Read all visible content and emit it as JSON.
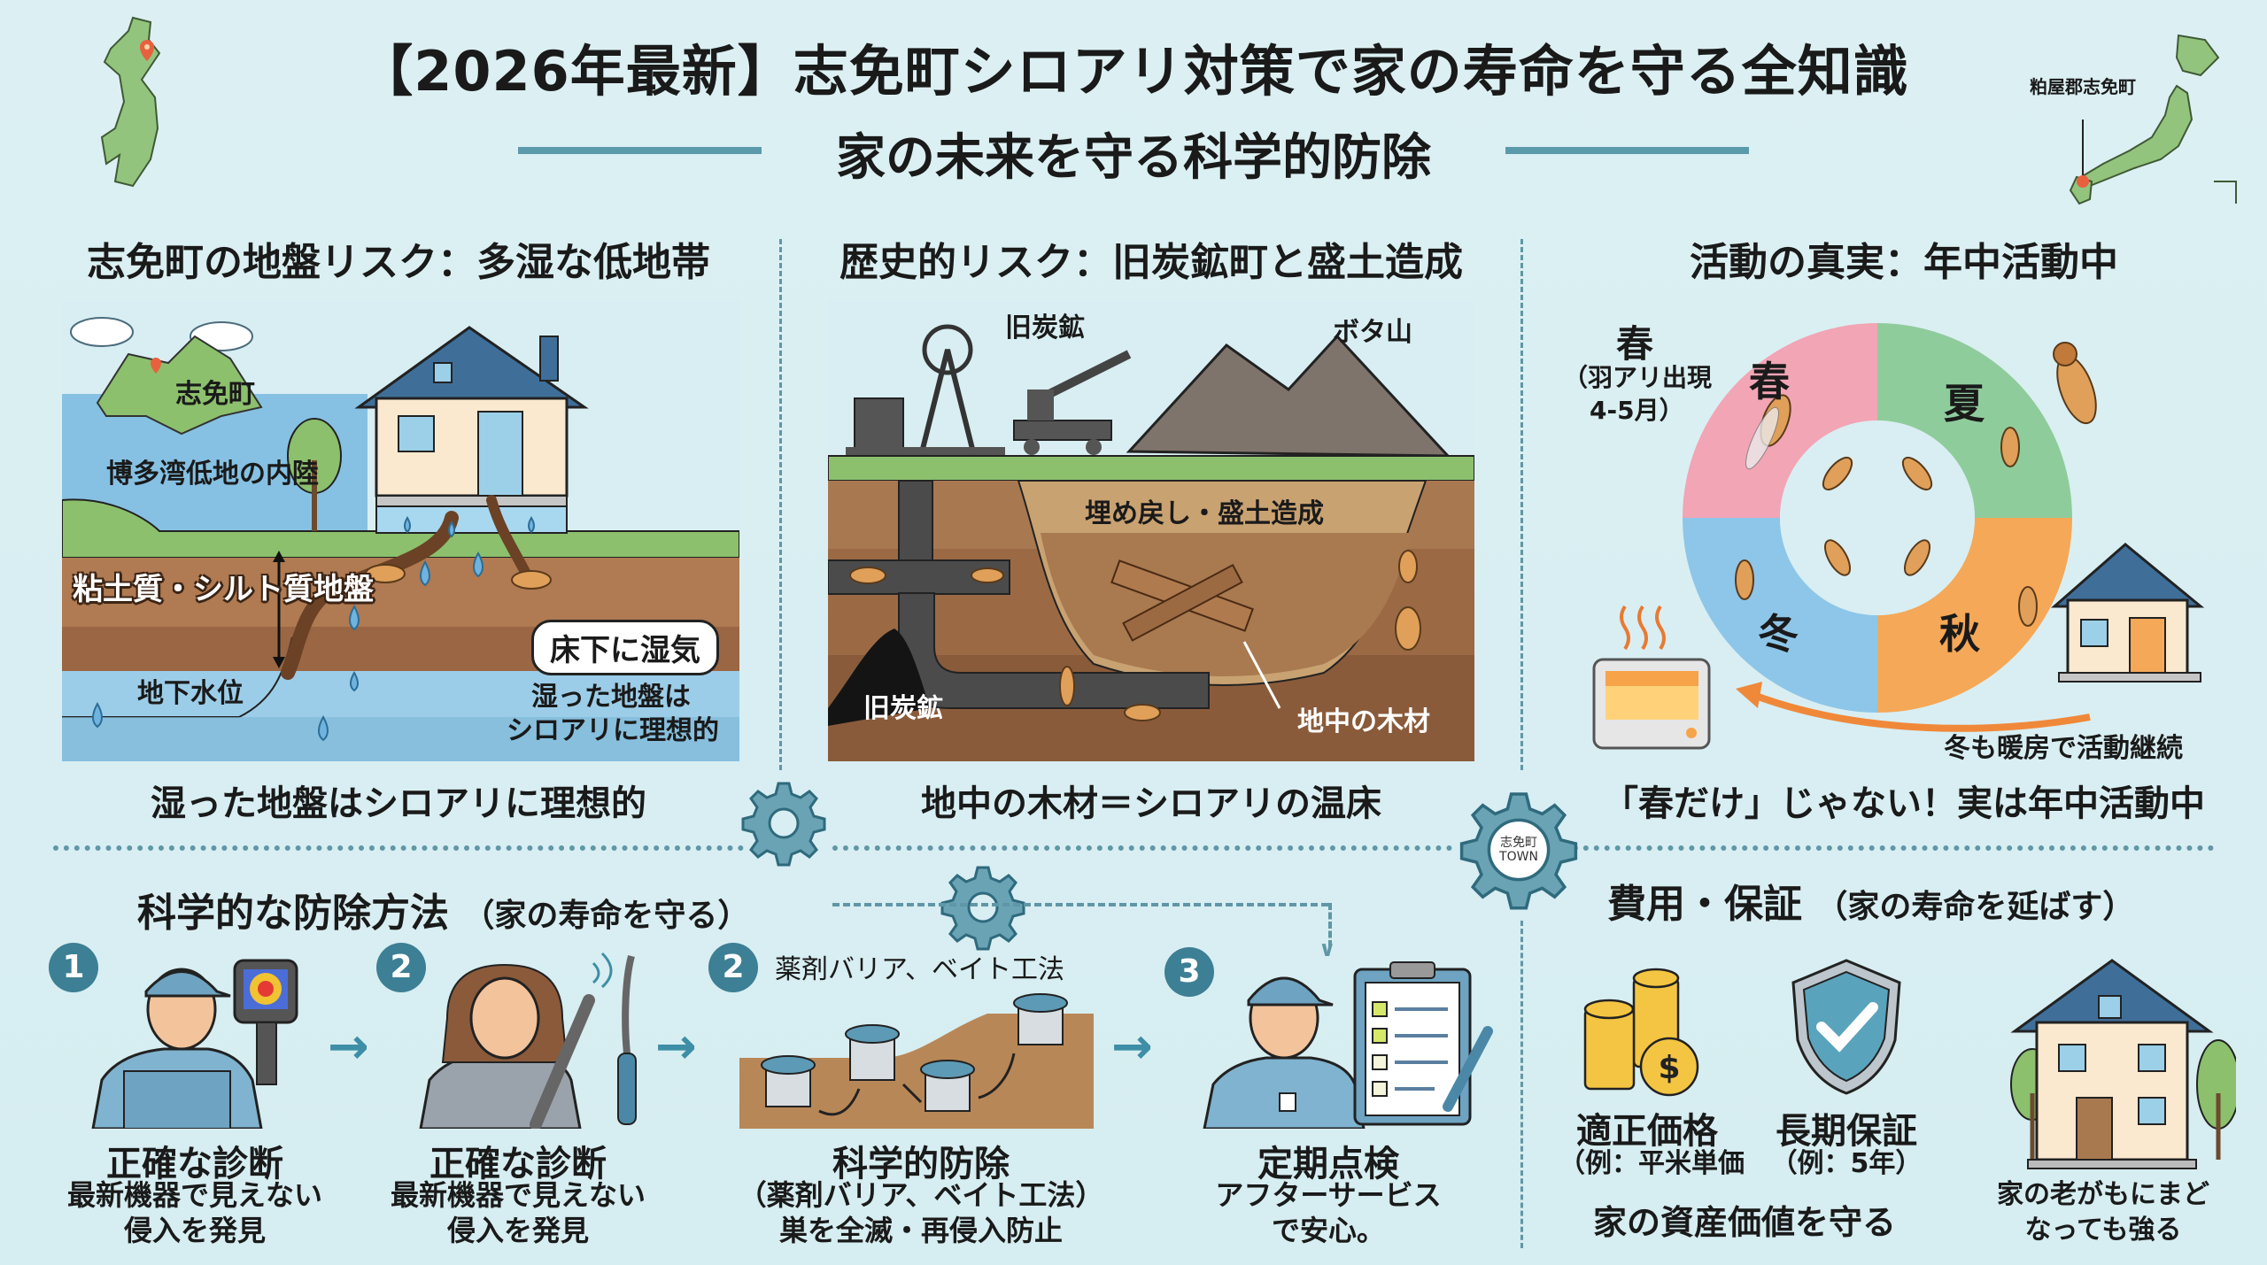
{
  "header": {
    "title": "【2026年最新】志免町シロアリ対策で家の寿命を守る全知識",
    "subtitle": "家の未来を守る科学的防除",
    "map_label": "粕屋郡志免町"
  },
  "colors": {
    "background": "#d9eff2",
    "accent_teal": "#3d7f94",
    "soil_brown": "#9b6a45",
    "water_blue": "#8ec9e6",
    "grass_green": "#8cc06d",
    "spring_pink": "#f2a5b5",
    "summer_green": "#8fcc9c",
    "autumn_orange": "#f5a857",
    "winter_blue": "#8dc6e8"
  },
  "sections": {
    "ground": {
      "heading": "志免町の地盤リスク：多湿な低地帯",
      "labels": {
        "town": "志免町",
        "inland": "博多湾低地の内陸",
        "clay": "粘土質・シルト質地盤",
        "groundwater": "地下水位",
        "bubble": "床下に湿気",
        "moist_line1": "湿った地盤は",
        "moist_line2": "シロアリに理想的"
      },
      "caption": "湿った地盤はシロアリに理想的"
    },
    "history": {
      "heading": "歴史的リスク：旧炭鉱町と盛土造成",
      "labels": {
        "old_mine_top": "旧炭鉱",
        "bota_yama": "ボタ山",
        "landfill": "埋め戻し・盛土造成",
        "old_mine_bottom": "旧炭鉱",
        "buried_wood": "地中の木材"
      },
      "caption": "地中の木材＝シロアリの温床"
    },
    "activity": {
      "heading": "活動の真実：年中活動中",
      "labels": {
        "spring_title": "春",
        "spring_note_line1": "（羽アリ出現",
        "spring_note_line2": "4-5月）",
        "spring": "春",
        "summer": "夏",
        "autumn": "秋",
        "winter": "冬",
        "heating": "冬も暖房で活動継続"
      },
      "caption": "「春だけ」じゃない！実は年中活動中"
    },
    "methods": {
      "heading": "科学的な防除方法",
      "heading_note": "（家の寿命を守る）",
      "steps": [
        {
          "num": "1",
          "title": "正確な診断",
          "desc_line1": "最新機器で見えない",
          "desc_line2": "侵入を発見"
        },
        {
          "num": "2",
          "title": "正確な診断",
          "desc_line1": "最新機器で見えない",
          "desc_line2": "侵入を発見"
        },
        {
          "num": "2",
          "top_label": "薬剤バリア、ベイト工法",
          "title": "科学的防除",
          "desc_line1": "（薬剤バリア、ベイト工法）",
          "desc_line2": "巣を全滅・再侵入防止"
        },
        {
          "num": "3",
          "title": "定期点検",
          "desc_line1": "アフターサービス",
          "desc_line2": "で安心。"
        }
      ],
      "arrow": "→"
    },
    "cost": {
      "heading": "費用・保証",
      "heading_note": "（家の寿命を延ばす）",
      "items": [
        {
          "title": "適正価格",
          "note": "（例：平米単価"
        },
        {
          "title": "長期保証",
          "note": "（例：5年）"
        }
      ],
      "asset_caption": "家の資産価値を守る",
      "house_line1": "家の老がもにまど",
      "house_line2": "なっても強る"
    }
  },
  "badge": {
    "line1": "志免町",
    "line2": "TOWN"
  }
}
